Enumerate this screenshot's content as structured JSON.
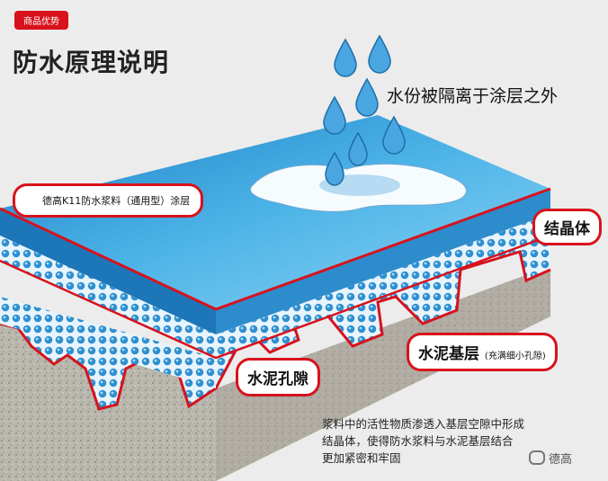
{
  "badge": "商品优势",
  "title": "防水原理说明",
  "water_note": "水份被隔离于涂层之外",
  "labels": {
    "coating": "德高K11防水浆料（通用型）涂层",
    "crystal": "结晶体",
    "pore": "水泥孔隙",
    "base": "水泥基层",
    "base_sub": "(充满细小孔隙)"
  },
  "description": [
    "浆料中的活性物质渗透入基层空隙中形成",
    "结晶体，使得防水浆料与水泥基层结合",
    "更加紧密和牢固"
  ],
  "watermark": "德高",
  "colors": {
    "accent": "#d8121c",
    "coating": "#3ba3d8",
    "concrete": "#b9b6ad"
  }
}
